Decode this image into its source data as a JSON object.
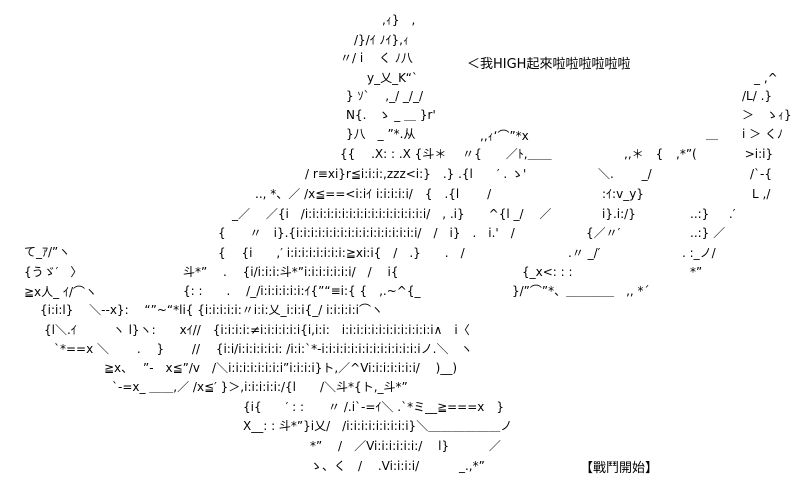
{
  "speech": "＜我HIGH起來啦啦啦啦啦啦",
  "caption": "【戰鬥開始】",
  "art_lines": [
    ",ｨ}　,",
    "/}/ｲ ﾉｲ},ｨ",
    "〃/ i　 く ﾉ八",
    "y_乂_K“`",
    "} ｿ`　 ,_/ _/_/",
    "N{.　ゝ _ ＿ }r'",
    "}八　_ ”*.从",
    "{{　 .X: : .X {斗＊　 〃{　　／ﾄ,＿＿",
    "/ r≡xi}r≦i:i:i:,zzz<i:}　.} .{l　　′ . ゝ'",
    ".., *、／ /x≦==<i:iｲ i:i:i:i:i/　{　.{l　　 /",
    "_／　 ／{i　/i:i:i:i:i:i:i:i:i:i:i:i:i:i:i:i:i/　, .i}　　^{l _/　 ／",
    "{　　〃　i}.{i:i:i:i:i:i:i:i:i:i:i:i:i:i:i:i:i/　/　i}　.　i.'　/",
    "{　 {i　　,′ i:i:i:i:i:i:i:i:≧xi:i{　/　.}　　.　/",
    "斗*”　 .　 {i/i:i:i:斗*”i:i:i:i:i:i:i/　/　 i{",
    "{: :　　.　 /_/i:i:i:i:i:i:ｲ{”“≡i:{ {　,.~^{_",
    "{i:i:l}　 ＼-‐x}:　 “”~“*li{ {i:i:i:i:i:〃i:i:乂_i:i:i{_/ i:i:i:i:i⌒ヽ",
    "{l＼.ｲ　　　ヽ l}ヽ:　　xｲ//　{i:i:i:i:≠i:i:i:i:i:i{i,i:i:　i:i:i:i:i:i:i:i:i:i:i:i:i∧　i〈",
    "`*==x ＼　　 . 　}　　 //　 {i:i/i:i:i:i:i:i: /i:i:`*-i:i:i:i:i:i:i:i:i:i:i:i:i:iノ.＼　ヽ",
    "≧x、　 ”‐　x≦”/v　/＼i:i:i:i:i:i:i:i”i:i:i:i}ト,／^Vi:i:i:i:i:i:i/　 )__)",
    "`-=x_ ＿＿,／ /x≦′ }＞,i:i:i:i:i:/{l　　/＼斗*{ト,_斗*”",
    "{i{　　′ : :　　〃 /.i`-=ｲ＼ .`*ミ__≧===x　}",
    "X__: : 斗*”}i乂/　/i:i:i:i:i:i:i:i:i}＼＿＿＿＿＿＿ノ",
    "*”　 /　／Vi:i:i:i:i:i:/　 l}　　　 ／",
    "ゝ、く　/　 .Vi:i:i:i/　　　 _.,*”"
  ],
  "right_lines": [
    "_ ,^",
    "/L/ .}",
    "＞　ゝｨ}",
    "＿　　i ＞ くﾉ",
    ",*”(　　　　>i:i}",
    "/`-{",
    "L ,/",
    "..:}　  .′",
    "..:} ／",
    ". :_ノ/",
    "*”",
    "}/”⌒”*、＿＿＿＿　,, *´"
  ],
  "left_lines": [
    "て_ｱ/”ヽ",
    "{うゞ′　〉",
    "≧x人_ ｲ/⌒ヽ"
  ],
  "mid_lines": [
    ",,ｨ‘⌒”*x",
    "＼.　　 _/",
    ":ｲ:v_y}",
    "i}.i:/}",
    "{／〃′",
    ".〃 _/′",
    "{_x<: : :",
    ",,＊　{"
  ]
}
